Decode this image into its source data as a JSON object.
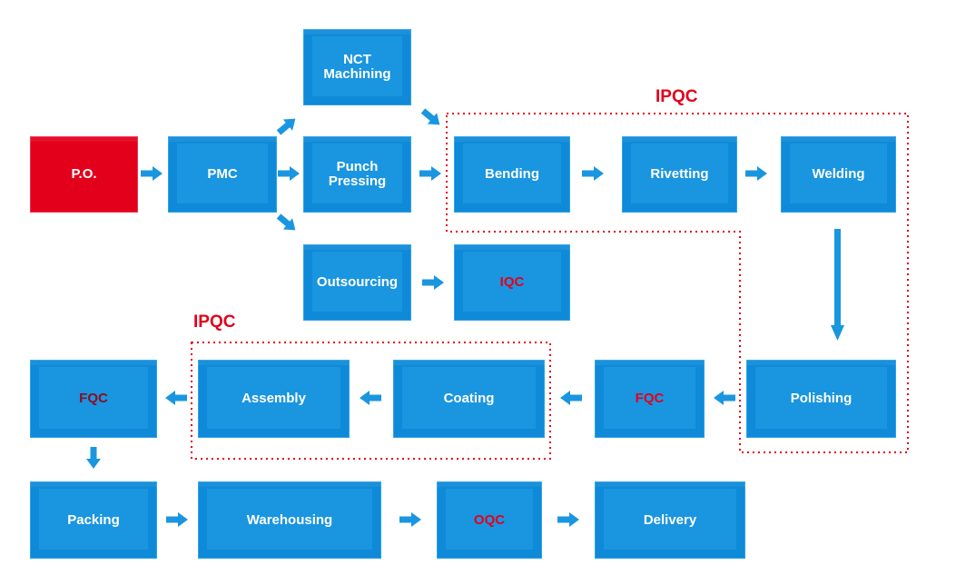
{
  "colors": {
    "box_blue": "#0f8ad8",
    "box_red": "#e3001b",
    "arrow": "#1a96e0",
    "ipqc": "#e3001b"
  },
  "nodes": {
    "po": "P.O.",
    "pmc": "PMC",
    "nct": "NCT\nMachining",
    "punch": "Punch\nPressing",
    "outsourcing": "Outsourcing",
    "bending": "Bending",
    "rivetting": "Rivetting",
    "welding": "Welding",
    "iqc": "IQC",
    "polishing": "Polishing",
    "fqc1": "FQC",
    "coating": "Coating",
    "assembly": "Assembly",
    "fqc2": "FQC",
    "packing": "Packing",
    "warehousing": "Warehousing",
    "oqc": "OQC",
    "delivery": "Delivery"
  },
  "labels": {
    "ipqc_top": "IPQC",
    "ipqc_bottom": "IPQC"
  }
}
